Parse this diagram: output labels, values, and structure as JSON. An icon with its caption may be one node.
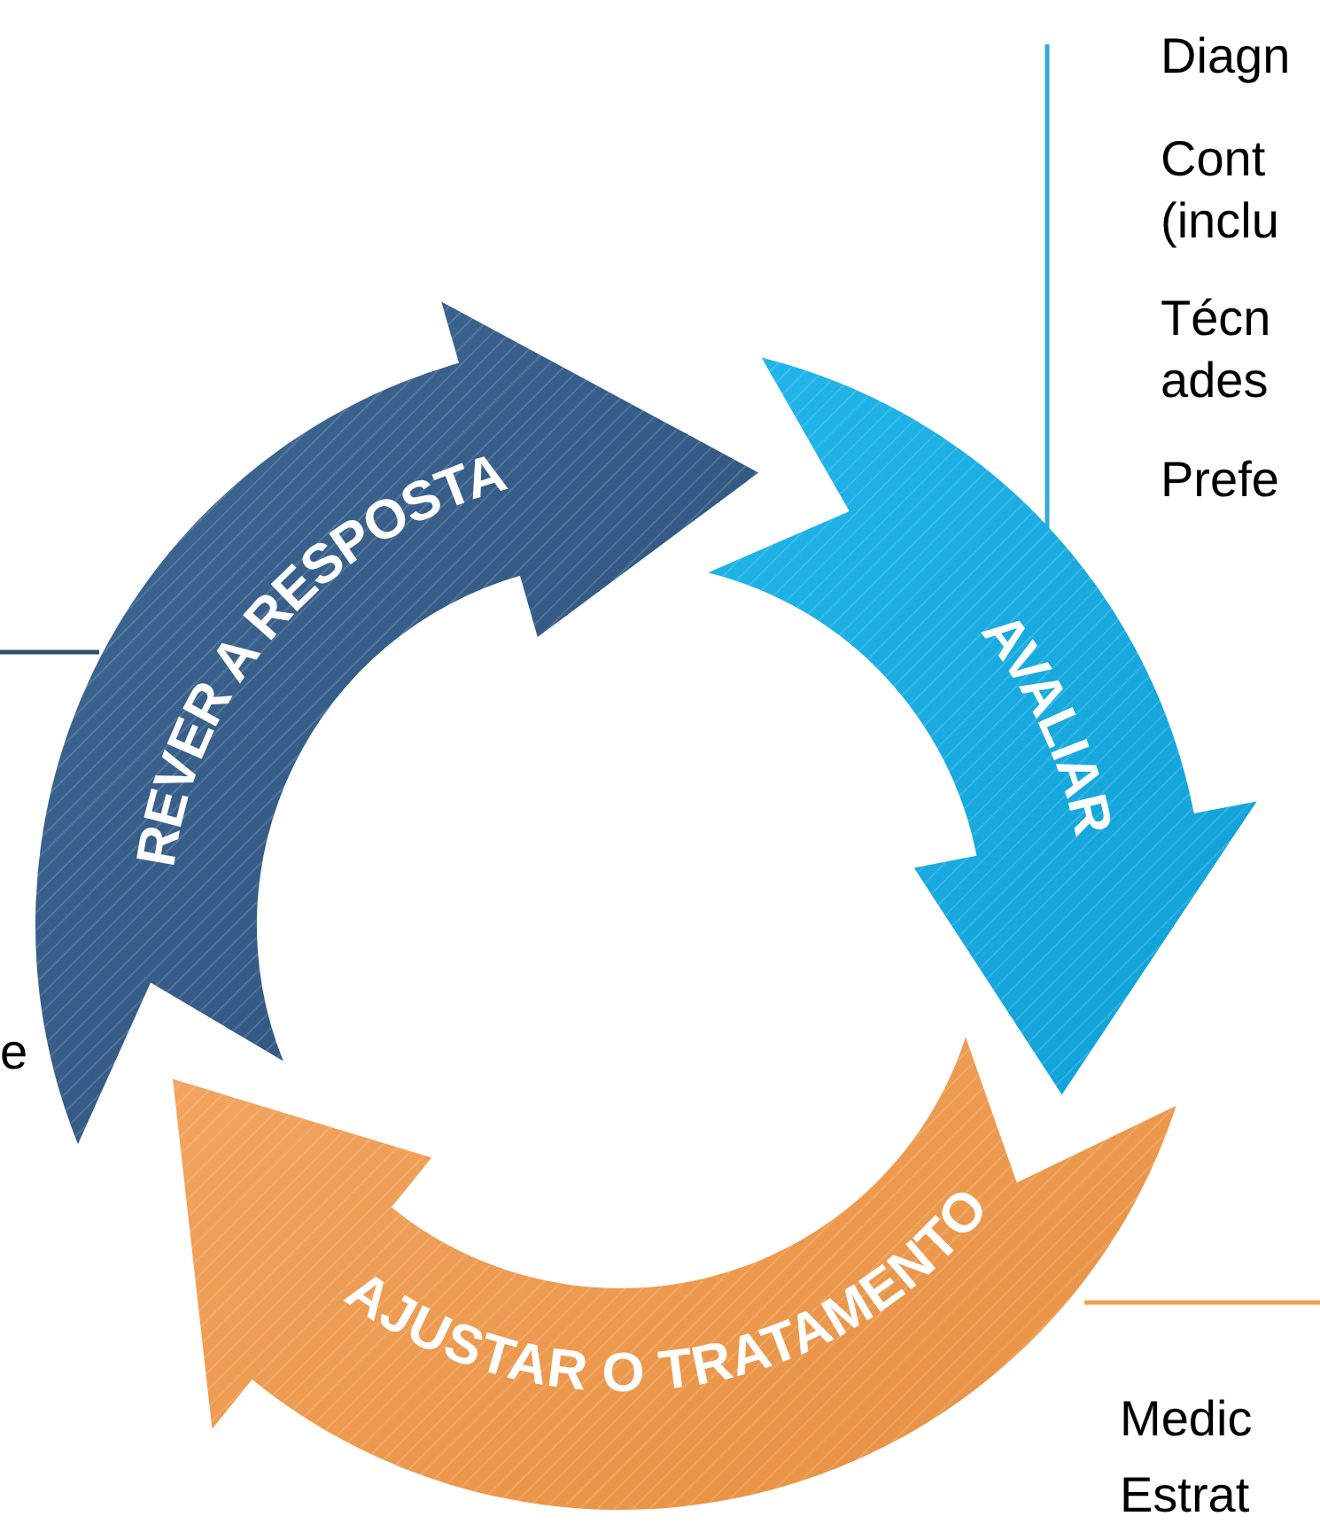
{
  "diagram": {
    "nodes": [
      {
        "text": [
          "REVER A RESPOSTA"
        ]
      },
      {
        "text": [
          "AVALIAR"
        ]
      },
      {
        "text": [
          "AJUSTAR O TRATAMENTO"
        ]
      }
    ],
    "edges": [
      {
        "from": 2,
        "to": 1,
        "arrow": "to"
      },
      {
        "from": 0,
        "to": 2,
        "arrow": "to"
      },
      {
        "from": 1,
        "to": 0,
        "arrow": "to"
      }
    ],
    "labels": [
      "Diagn",
      "Cont (inclu",
      "Técn ades",
      "Prefe",
      "e",
      "Medic",
      "Estrat"
    ]
  }
}
